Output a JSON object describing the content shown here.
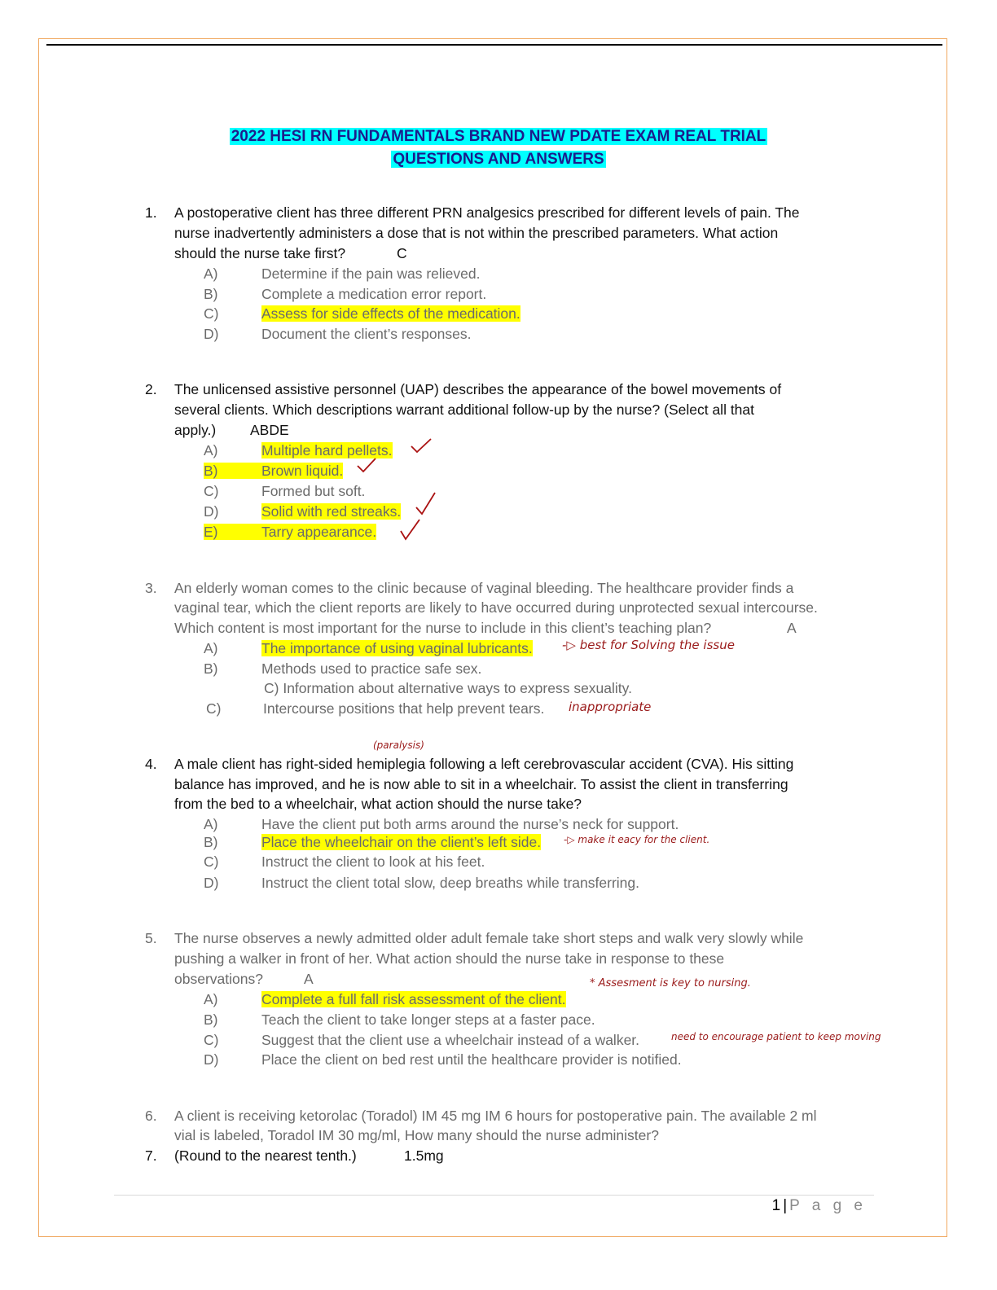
{
  "title": {
    "line1": "2022 HESI RN FUNDAMENTALS BRAND NEW PDATE EXAM REAL TRIAL",
    "line2": "QUESTIONS AND ANSWERS"
  },
  "q1": {
    "num": "1.",
    "l1": " A postoperative client has three different PRN analgesics prescribed for different levels of pain. The",
    "l2": "nurse inadvertently administers a dose that is not within the prescribed parameters. What action",
    "l3": "should the nurse take first?",
    "answer": "C",
    "opts": [
      {
        "label": "A)",
        "text": "Determine if the pain was relieved."
      },
      {
        "label": "B)",
        "text": "Complete a medication error report."
      },
      {
        "label": "C)",
        "text": "Assess for side effects of the medication."
      },
      {
        "label": "D)",
        "text": "Document the client’s responses."
      }
    ]
  },
  "q2": {
    "num": "2.",
    "l1": "The unlicensed assistive personnel (UAP) describes the appearance of the bowel movements of",
    "l2": "several clients. Which descriptions warrant additional follow-up by the nurse? (Select all that",
    "l3": "apply.)",
    "answer": "ABDE",
    "opts": [
      {
        "label": "A)",
        "text": "Multiple hard pellets."
      },
      {
        "label": "B)",
        "text": "Brown liquid."
      },
      {
        "label": "C)",
        "text": "Formed but soft."
      },
      {
        "label": "D)",
        "text": "Solid with red streaks."
      },
      {
        "label": "E)",
        "text": "Tarry appearance."
      }
    ]
  },
  "q3": {
    "num": "3.",
    "l1": "An elderly woman comes to the clinic because of vaginal bleeding. The healthcare provider finds a",
    "l2": "vaginal tear, which the client reports are likely to have occurred during unprotected sexual intercourse.",
    "l3": "Which content is most important for the nurse to include in this client’s teaching plan?",
    "answer": "A",
    "opts": [
      {
        "label": "A)",
        "text": "The importance of using vaginal lubricants."
      },
      {
        "label": "B)",
        "text": "Methods used to practice safe sex."
      },
      {
        "label": "",
        "text": "C) Information about alternative ways to express sexuality."
      },
      {
        "label": "C)",
        "text": "Intercourse positions that help prevent tears."
      }
    ],
    "note_a": "-▷ best for Solving the issue",
    "note_c": "inappropriate"
  },
  "q4": {
    "num": "4.",
    "note_top": "(paralysis)",
    "l1": "A male client has right-sided hemiplegia following a left cerebrovascular accident (CVA). His sitting",
    "l2": "balance has improved, and he is now able to sit in a wheelchair. To assist the client in transferring",
    "l3": "from the bed to a wheelchair, what action should the nurse take?",
    "opts": [
      {
        "label": "A)",
        "text": "Have the client put both arms around the nurse’s neck for support."
      },
      {
        "label": "B)",
        "text": "Place the wheelchair on the client’s left side."
      },
      {
        "label": "C)",
        "text": "Instruct the client to look at his feet."
      },
      {
        "label": "D)",
        "text": "Instruct the client total slow, deep breaths while transferring."
      }
    ],
    "note_b": "-▷ make it eacy  for the  client."
  },
  "q5": {
    "num": "5.",
    "l1": "The nurse observes a newly admitted older adult female take short steps and walk very slowly while",
    "l2": "pushing a walker in front of her. What action should the nurse take in response to these",
    "l3": "observations?",
    "answer": "A",
    "opts": [
      {
        "label": "A)",
        "text": "Complete a full fall risk assessment of the client."
      },
      {
        "label": "B)",
        "text": "Teach the client to take longer steps at a faster pace."
      },
      {
        "label": "C)",
        "text": "Suggest that the client use a wheelchair instead of a walker."
      },
      {
        "label": "D)",
        "text": "Place the client on bed rest until the healthcare provider is notified."
      }
    ],
    "note_a": "* Assesment is key to nursing.",
    "note_c": "need to encourage patient  to keep moving"
  },
  "q6": {
    "num": "6.",
    "l1": "A client is receiving ketorolac (Toradol) IM 45 mg IM 6 hours for postoperative pain. The available 2 ml",
    "l2": "vial is labeled, Toradol IM 30 mg/ml, How many should the nurse administer?"
  },
  "q7": {
    "num": "7.",
    "l1": "(Round to the nearest tenth.)",
    "answer": "1.5mg"
  },
  "footer": {
    "page_number": "1",
    "separator": "|",
    "page_word": "P a g e"
  }
}
